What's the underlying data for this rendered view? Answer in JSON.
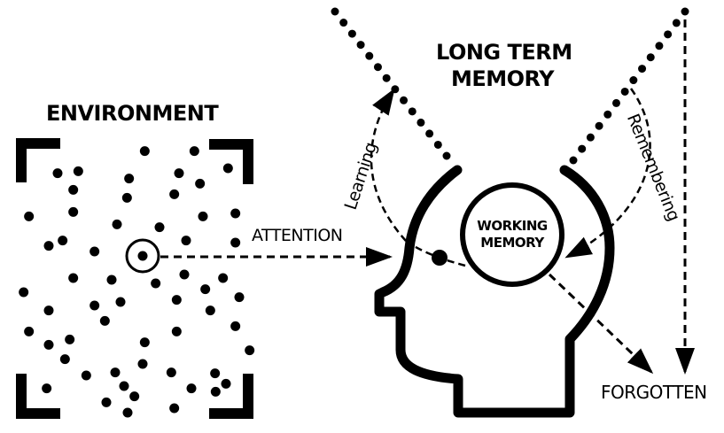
{
  "labels": {
    "environment": "ENVIRONMENT",
    "long_term_memory_line1": "LONG TERM",
    "long_term_memory_line2": "MEMORY",
    "attention": "ATTENTION",
    "working_memory_line1": "WORKING",
    "working_memory_line2": "MEMORY",
    "learning": "Learning",
    "remembering": "Remembering",
    "forgotten": "FORGOTTEN"
  },
  "colors": {
    "ink": "#000000",
    "background": "#ffffff"
  }
}
